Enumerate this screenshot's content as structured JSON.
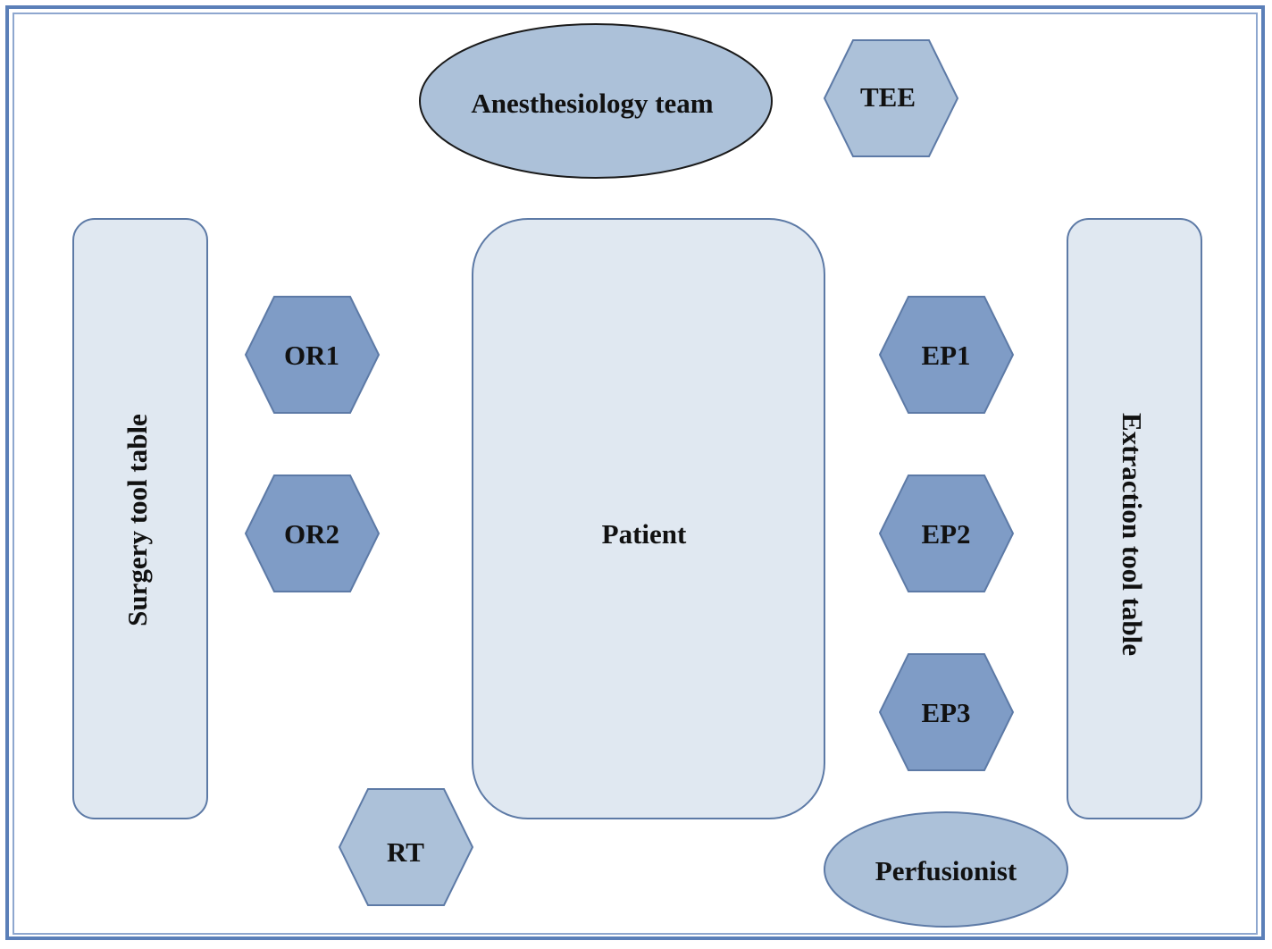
{
  "colors": {
    "frame": "#5b7fb8",
    "light_fill": "#e0e8f1",
    "medium_fill": "#acc1d9",
    "dark_fill": "#7f9cc6",
    "stroke": "#5d7aa6"
  },
  "nodes": {
    "anesthesiology": "Anesthesiology team",
    "tee": "TEE",
    "surgery_table": "Surgery tool table",
    "extraction_table": "Extraction tool table",
    "patient": "Patient",
    "or1": "OR1",
    "or2": "OR2",
    "ep1": "EP1",
    "ep2": "EP2",
    "ep3": "EP3",
    "rt": "RT",
    "perfusionist": "Perfusionist"
  }
}
